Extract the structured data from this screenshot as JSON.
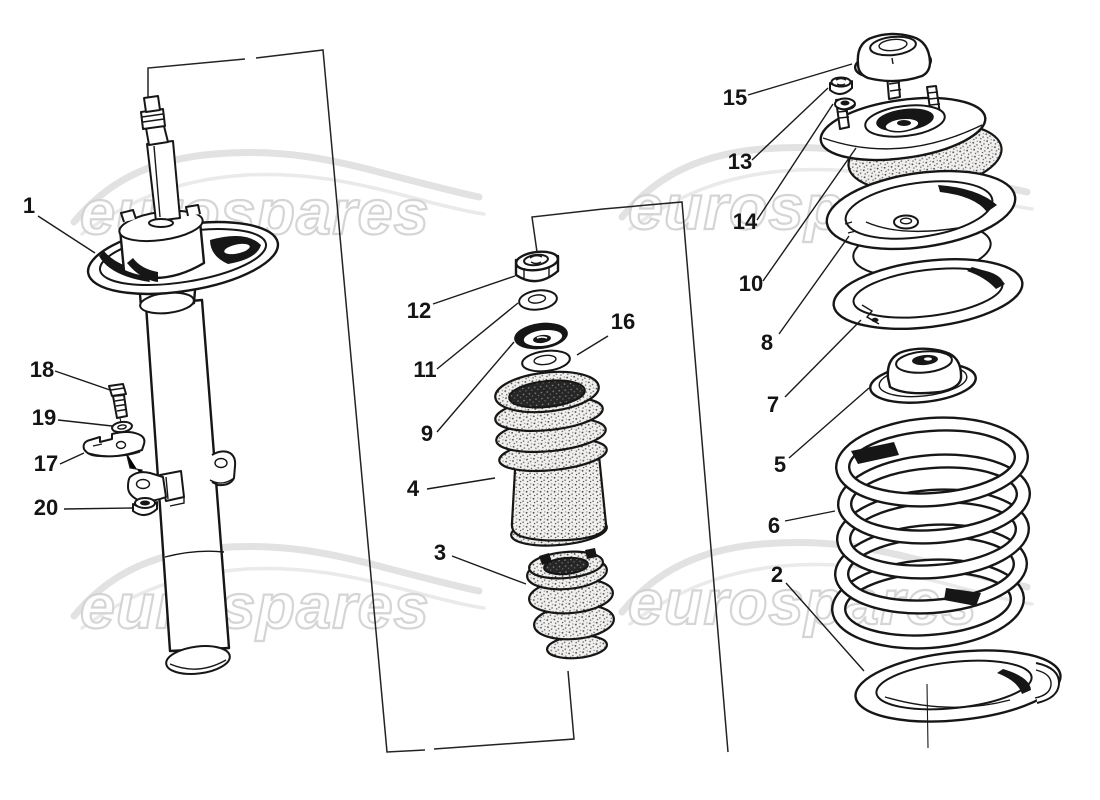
{
  "watermark": {
    "text": "eurospares"
  },
  "parts": [
    "1",
    "2",
    "3",
    "4",
    "5",
    "6",
    "7",
    "8",
    "9",
    "10",
    "11",
    "12",
    "13",
    "14",
    "15",
    "16",
    "17",
    "18",
    "19",
    "20"
  ]
}
